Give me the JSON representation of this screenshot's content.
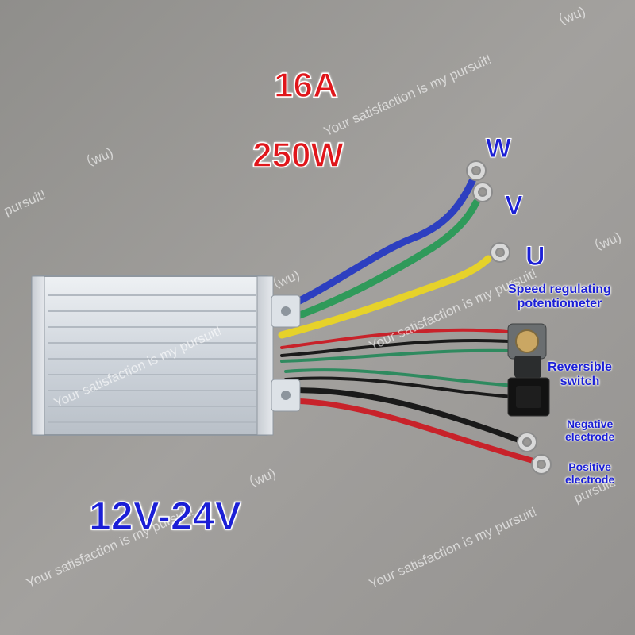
{
  "specs": {
    "current": "16A",
    "power": "250W",
    "voltage": "12V-24V"
  },
  "phases": {
    "w": "W",
    "v": "V",
    "u": "U"
  },
  "callouts": {
    "potentiometer": {
      "line1": "Speed regulating",
      "line2": "potentiometer"
    },
    "switch": {
      "line1": "Reversible",
      "line2": "switch"
    },
    "negative": {
      "line1": "Negative",
      "line2": "electrode"
    },
    "positive": {
      "line1": "Positive",
      "line2": "electrode"
    }
  },
  "watermark": {
    "text": "Your satisfaction is my pursuit!",
    "tail": "pursuit!",
    "suffix": "（wu)"
  },
  "wire_colors": {
    "w": "#2d3fc0",
    "v": "#2f9a5a",
    "u": "#e6d22a",
    "red": "#c8222a",
    "black": "#1a1a1a",
    "green": "#2f8a5f"
  }
}
